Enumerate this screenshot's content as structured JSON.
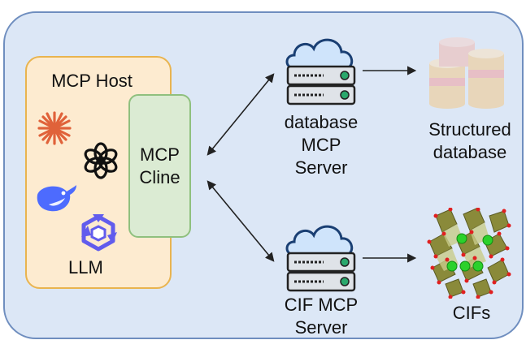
{
  "host": {
    "title": "MCP Host",
    "llm_label": "LLM"
  },
  "client": {
    "line1": "MCP",
    "line2": "Cline"
  },
  "servers": [
    {
      "line1": "database",
      "line2": "MCP",
      "line3": "Server"
    },
    {
      "line1": "CIF MCP",
      "line2": "Server"
    }
  ],
  "resources": [
    {
      "line1": "Structured",
      "line2": "database"
    },
    {
      "line1": "CIFs"
    }
  ],
  "icons": [
    "anthropic-logo-icon",
    "openai-logo-icon",
    "deepseek-logo-icon",
    "qwen-logo-icon",
    "cloud-server-icon",
    "database-icon",
    "crystal-structure-icon"
  ]
}
